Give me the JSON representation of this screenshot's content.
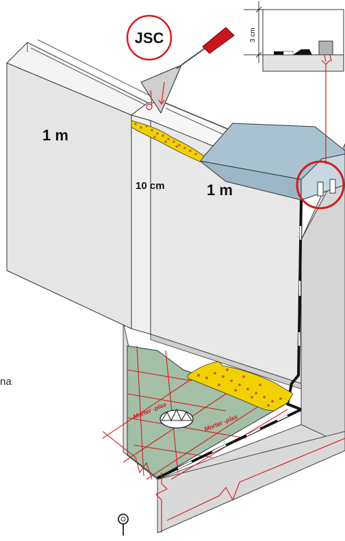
{
  "labels": {
    "jsc": "JSC",
    "panel_left": "1 m",
    "panel_right": "1 m",
    "thickness": "10 cm",
    "detail_height": "3 cm",
    "membrane_1": "Morter -plas",
    "membrane_2": "Morter -plas",
    "side_fragment": "na"
  },
  "colors": {
    "wall": "#e3e3e3",
    "wall_dark": "#d3d3d3",
    "cap": "#a9c2d0",
    "floor": "#a3bfa7",
    "adhesive": "#f1d200",
    "dots": "#c0683a",
    "red": "#d7191c",
    "trowel_handle": "#c8161d",
    "trowel_blade": "#cfcfcf"
  },
  "icons": [
    "trowel-icon",
    "anchor-ring-icon",
    "drain-icon"
  ]
}
